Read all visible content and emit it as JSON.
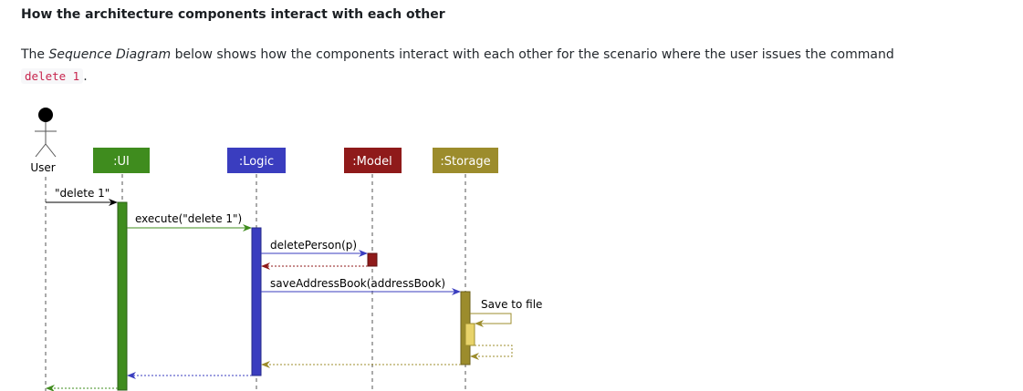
{
  "heading": "How the architecture components interact with each other",
  "description": {
    "before": "The ",
    "term": "Sequence Diagram",
    "after": " below shows how the components interact with each other for the scenario where the user issues the command",
    "command": "delete 1",
    "end": "."
  },
  "diagram": {
    "actor": "User",
    "participants": [
      {
        "label": ":UI",
        "color": "#3f8c1e",
        "text_color": "#ffffff"
      },
      {
        "label": ":Logic",
        "color": "#3a3dbf",
        "text_color": "#ffffff"
      },
      {
        "label": ":Model",
        "color": "#8f1a1a",
        "text_color": "#ffffff"
      },
      {
        "label": ":Storage",
        "color": "#9c8c2c",
        "text_color": "#ffffff"
      }
    ],
    "messages": [
      {
        "from": "User",
        "to": ":UI",
        "label": "\"delete 1\"",
        "color": "#000000"
      },
      {
        "from": ":UI",
        "to": ":Logic",
        "label": "execute(\"delete 1\")",
        "color": "#3f8c1e"
      },
      {
        "from": ":Logic",
        "to": ":Model",
        "label": "deletePerson(p)",
        "color": "#3a3dbf"
      },
      {
        "from": ":Logic",
        "to": ":Storage",
        "label": "saveAddressBook(addressBook)",
        "color": "#3a3dbf"
      },
      {
        "from": ":Storage",
        "to": ":Storage",
        "label": "Save to file",
        "color": "#9c8c2c"
      }
    ]
  }
}
